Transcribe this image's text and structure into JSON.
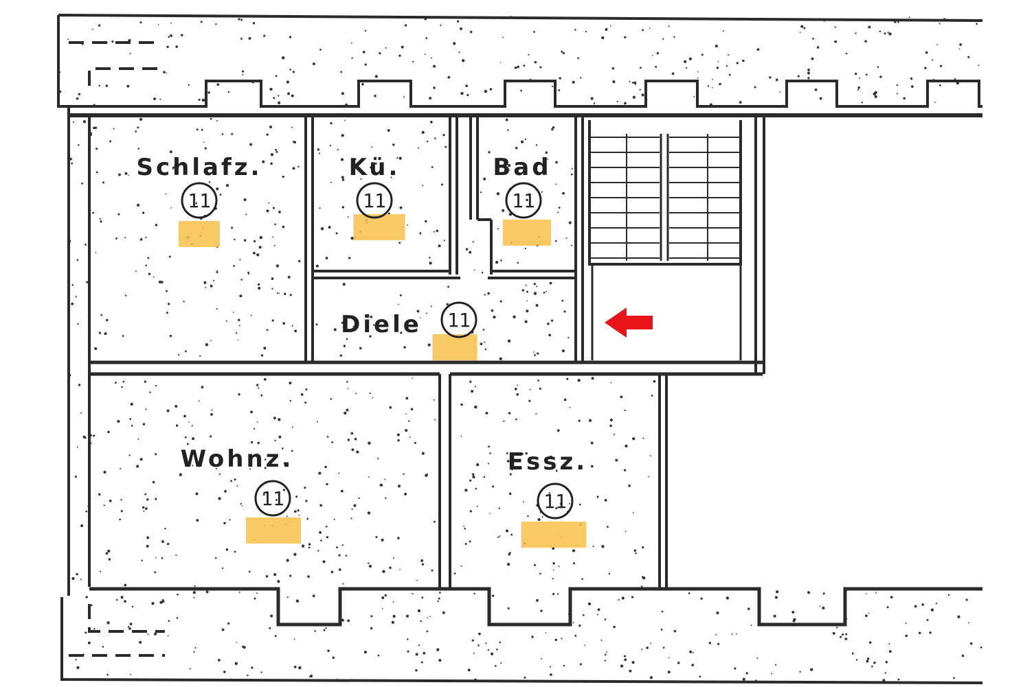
{
  "colors": {
    "wall": "#2a2a2a",
    "highlight": "#f7c14a",
    "arrow": "#e8141a",
    "stipple": "#333333"
  },
  "rooms": [
    {
      "id": "schlafzimmer",
      "label": "Schlafz.",
      "number": "11"
    },
    {
      "id": "kueche",
      "label": "Kü.",
      "number": "11"
    },
    {
      "id": "bad",
      "label": "Bad",
      "number": "11"
    },
    {
      "id": "diele",
      "label": "Diele",
      "number": "11"
    },
    {
      "id": "wohnzimmer",
      "label": "Wohnz.",
      "number": "11"
    },
    {
      "id": "esszimmer",
      "label": "Essz.",
      "number": "11"
    }
  ],
  "arrow": {
    "direction": "left",
    "icon": "red-arrow-left-icon"
  }
}
